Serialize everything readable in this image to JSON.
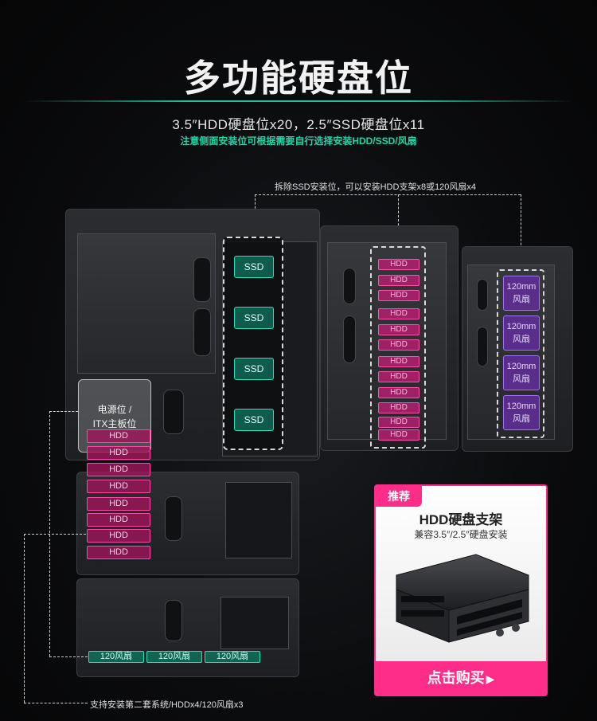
{
  "header": {
    "title": "多功能硬盘位",
    "subtitle": "3.5″HDD硬盘位x20，2.5″SSD硬盘位x11",
    "note": "注意侧面安装位可根据需要自行选择安装HDD/SSD/风扇"
  },
  "callouts": {
    "top": "拆除SSD安装位，可以安装HDD支架x8或120风扇x4",
    "bottom": "支持安装第二套系统/HDDx4/120风扇x3"
  },
  "case_left": {
    "ssd_slots": [
      "SSD",
      "SSD",
      "SSD",
      "SSD"
    ],
    "psu_label_1": "电源位 /",
    "psu_label_2": "ITX主板位",
    "hdd_slots": [
      "HDD",
      "HDD",
      "HDD",
      "HDD",
      "HDD",
      "HDD",
      "HDD",
      "HDD"
    ],
    "fan_slots": [
      "120风扇",
      "120风扇",
      "120风扇"
    ]
  },
  "case_middle": {
    "hdd_slots": [
      "HDD",
      "HDD",
      "HDD",
      "HDD",
      "HDD",
      "HDD",
      "HDD",
      "HDD",
      "HDD",
      "HDD",
      "HDD",
      "HDD"
    ]
  },
  "case_right": {
    "fan_slots": [
      {
        "line1": "120mm",
        "line2": "风扇"
      },
      {
        "line1": "120mm",
        "line2": "风扇"
      },
      {
        "line1": "120mm",
        "line2": "风扇"
      },
      {
        "line1": "120mm",
        "line2": "风扇"
      }
    ]
  },
  "promo": {
    "badge": "推荐",
    "title": "HDD硬盘支架",
    "subtitle": "兼容3.5″/2.5″硬盘安装",
    "button": "点击购买",
    "button_icon": "play-triangle-icon",
    "accent": "#ff2d8a"
  },
  "colors": {
    "ssd": "#2fe0b5",
    "hdd": "#ff48a8",
    "fan": "#a270ff",
    "note": "#20d6a7"
  }
}
